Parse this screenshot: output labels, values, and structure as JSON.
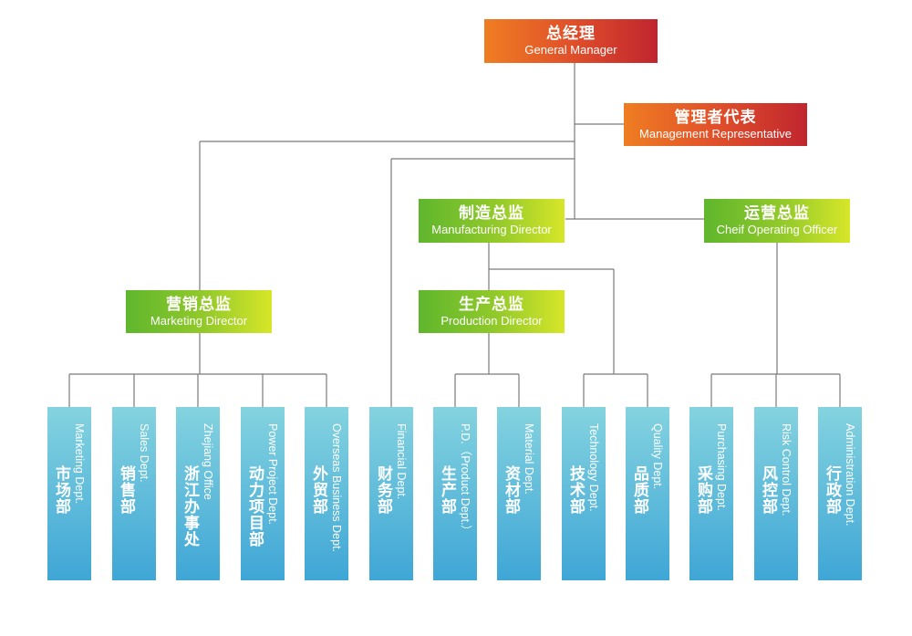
{
  "colors": {
    "line": "#7a7a7a",
    "top_gradient": [
      "#ef7d22",
      "#c0252e"
    ],
    "director_gradient": [
      "#5fb62d",
      "#d7e629"
    ],
    "department_gradient": [
      "#84d3df",
      "#3fa6d6"
    ]
  },
  "general_manager": {
    "zh": "总经理",
    "en": "General Manager"
  },
  "management_rep": {
    "zh": "管理者代表",
    "en": "Management  Representative"
  },
  "directors": {
    "manufacturing": {
      "zh": "制造总监",
      "en": "Manufacturing Director"
    },
    "operating": {
      "zh": "运营总监",
      "en": "Cheif Operating Officer"
    },
    "marketing": {
      "zh": "营销总监",
      "en": "Marketing Director"
    },
    "production": {
      "zh": "生产总监",
      "en": "Production Director"
    }
  },
  "departments": [
    {
      "zh": "市场部",
      "en": "Marketing Dept."
    },
    {
      "zh": "销售部",
      "en": "Sales Dept."
    },
    {
      "zh": "浙江办事处",
      "en": "Zhejiang Office"
    },
    {
      "zh": "动力项目部",
      "en": "Power Project Dept."
    },
    {
      "zh": "外贸部",
      "en": "Overseas Business Dept."
    },
    {
      "zh": "财务部",
      "en": "Financial Dept."
    },
    {
      "zh": "生产部",
      "en": "P.D.（Product Dept.）"
    },
    {
      "zh": "资材部",
      "en": "Material Dept."
    },
    {
      "zh": "技术部",
      "en": "Technology Dept."
    },
    {
      "zh": "品质部",
      "en": "Quality Dept."
    },
    {
      "zh": "采购部",
      "en": "Purchasing Dept."
    },
    {
      "zh": "风控部",
      "en": "Risk Control Dept."
    },
    {
      "zh": "行政部",
      "en": "Administration Dept."
    }
  ]
}
